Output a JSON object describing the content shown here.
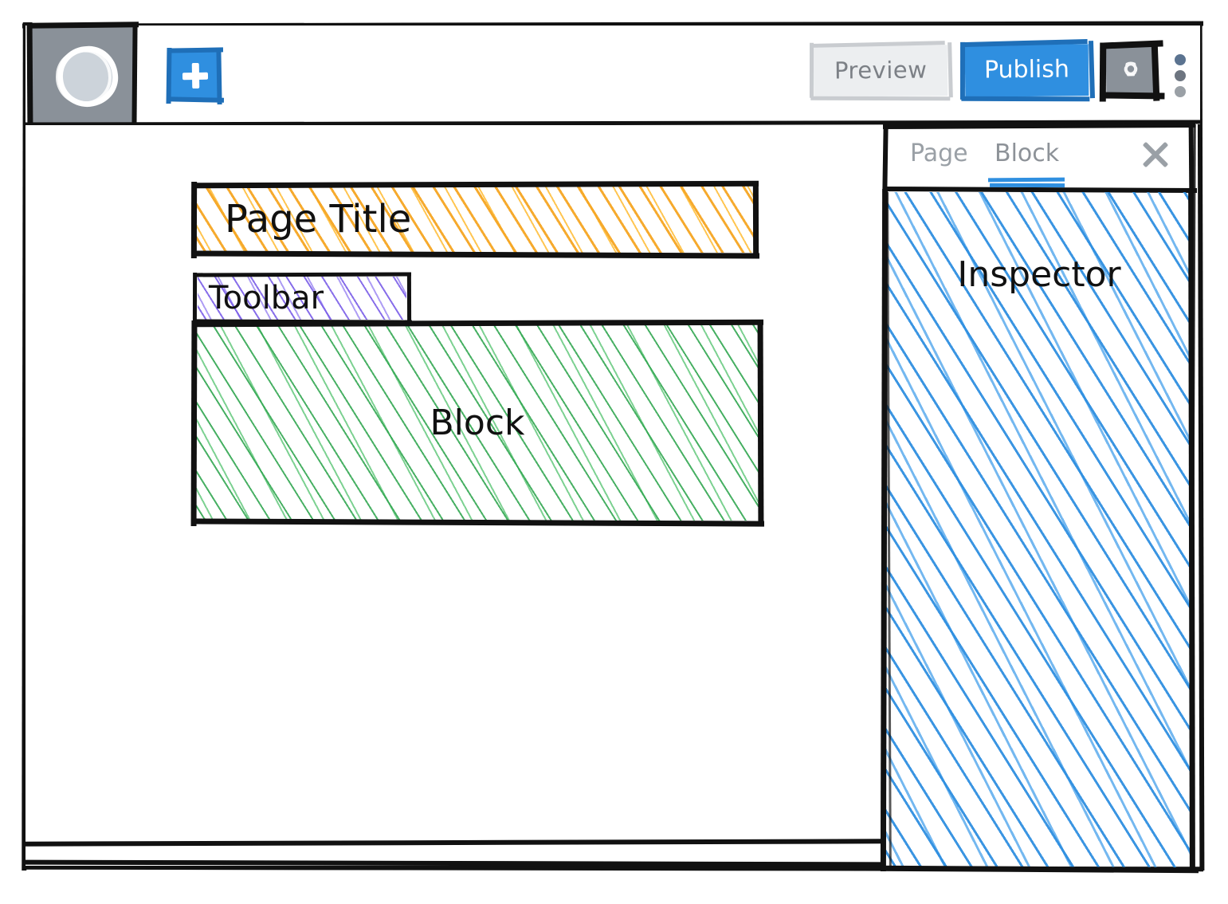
{
  "header": {
    "logo_icon": "wordpress-circle-logo",
    "add_block": {
      "icon": "plus-icon",
      "label": ""
    },
    "preview_label": "Preview",
    "publish_label": "Publish",
    "settings_icon": "settings-gear-icon",
    "more_menu_icon": "vertical-ellipsis-icon"
  },
  "canvas": {
    "page_title": {
      "label": "Page Title",
      "hatch_color": "#F5A623"
    },
    "toolbar": {
      "label": "Toolbar",
      "hatch_color": "#7B5FE8"
    },
    "block": {
      "label": "Block",
      "hatch_color": "#34A853"
    },
    "status_bar_text": ""
  },
  "inspector": {
    "tabs": [
      {
        "label": "Page",
        "active": false
      },
      {
        "label": "Block",
        "active": true
      }
    ],
    "close_icon": "close-x-icon",
    "body_label": "Inspector",
    "hatch_color": "#2F8FE0"
  },
  "colors": {
    "accent_blue": "#2F8FE0",
    "accent_blue_dark": "#1F6FB8",
    "orange": "#F5A623",
    "purple": "#7B5FE8",
    "green": "#34A853",
    "gray": "#8A9199",
    "ink": "#111111"
  }
}
